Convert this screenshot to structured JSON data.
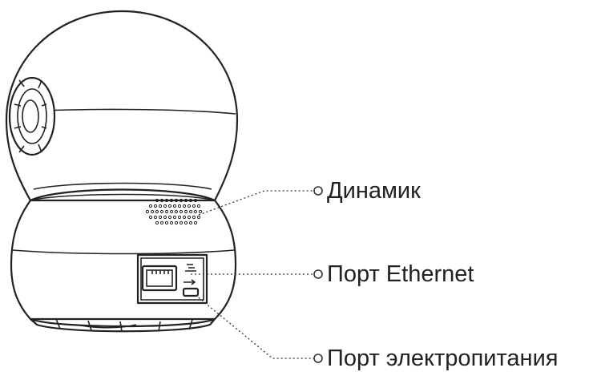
{
  "callouts": {
    "speaker": {
      "label": "Динамик"
    },
    "ethernet_port": {
      "label": "Порт Ethernet"
    },
    "power_port": {
      "label": "Порт электропитания"
    }
  },
  "icons": {
    "ethernet_symbol": "network-icon",
    "usb_symbol": "usb-icon"
  }
}
